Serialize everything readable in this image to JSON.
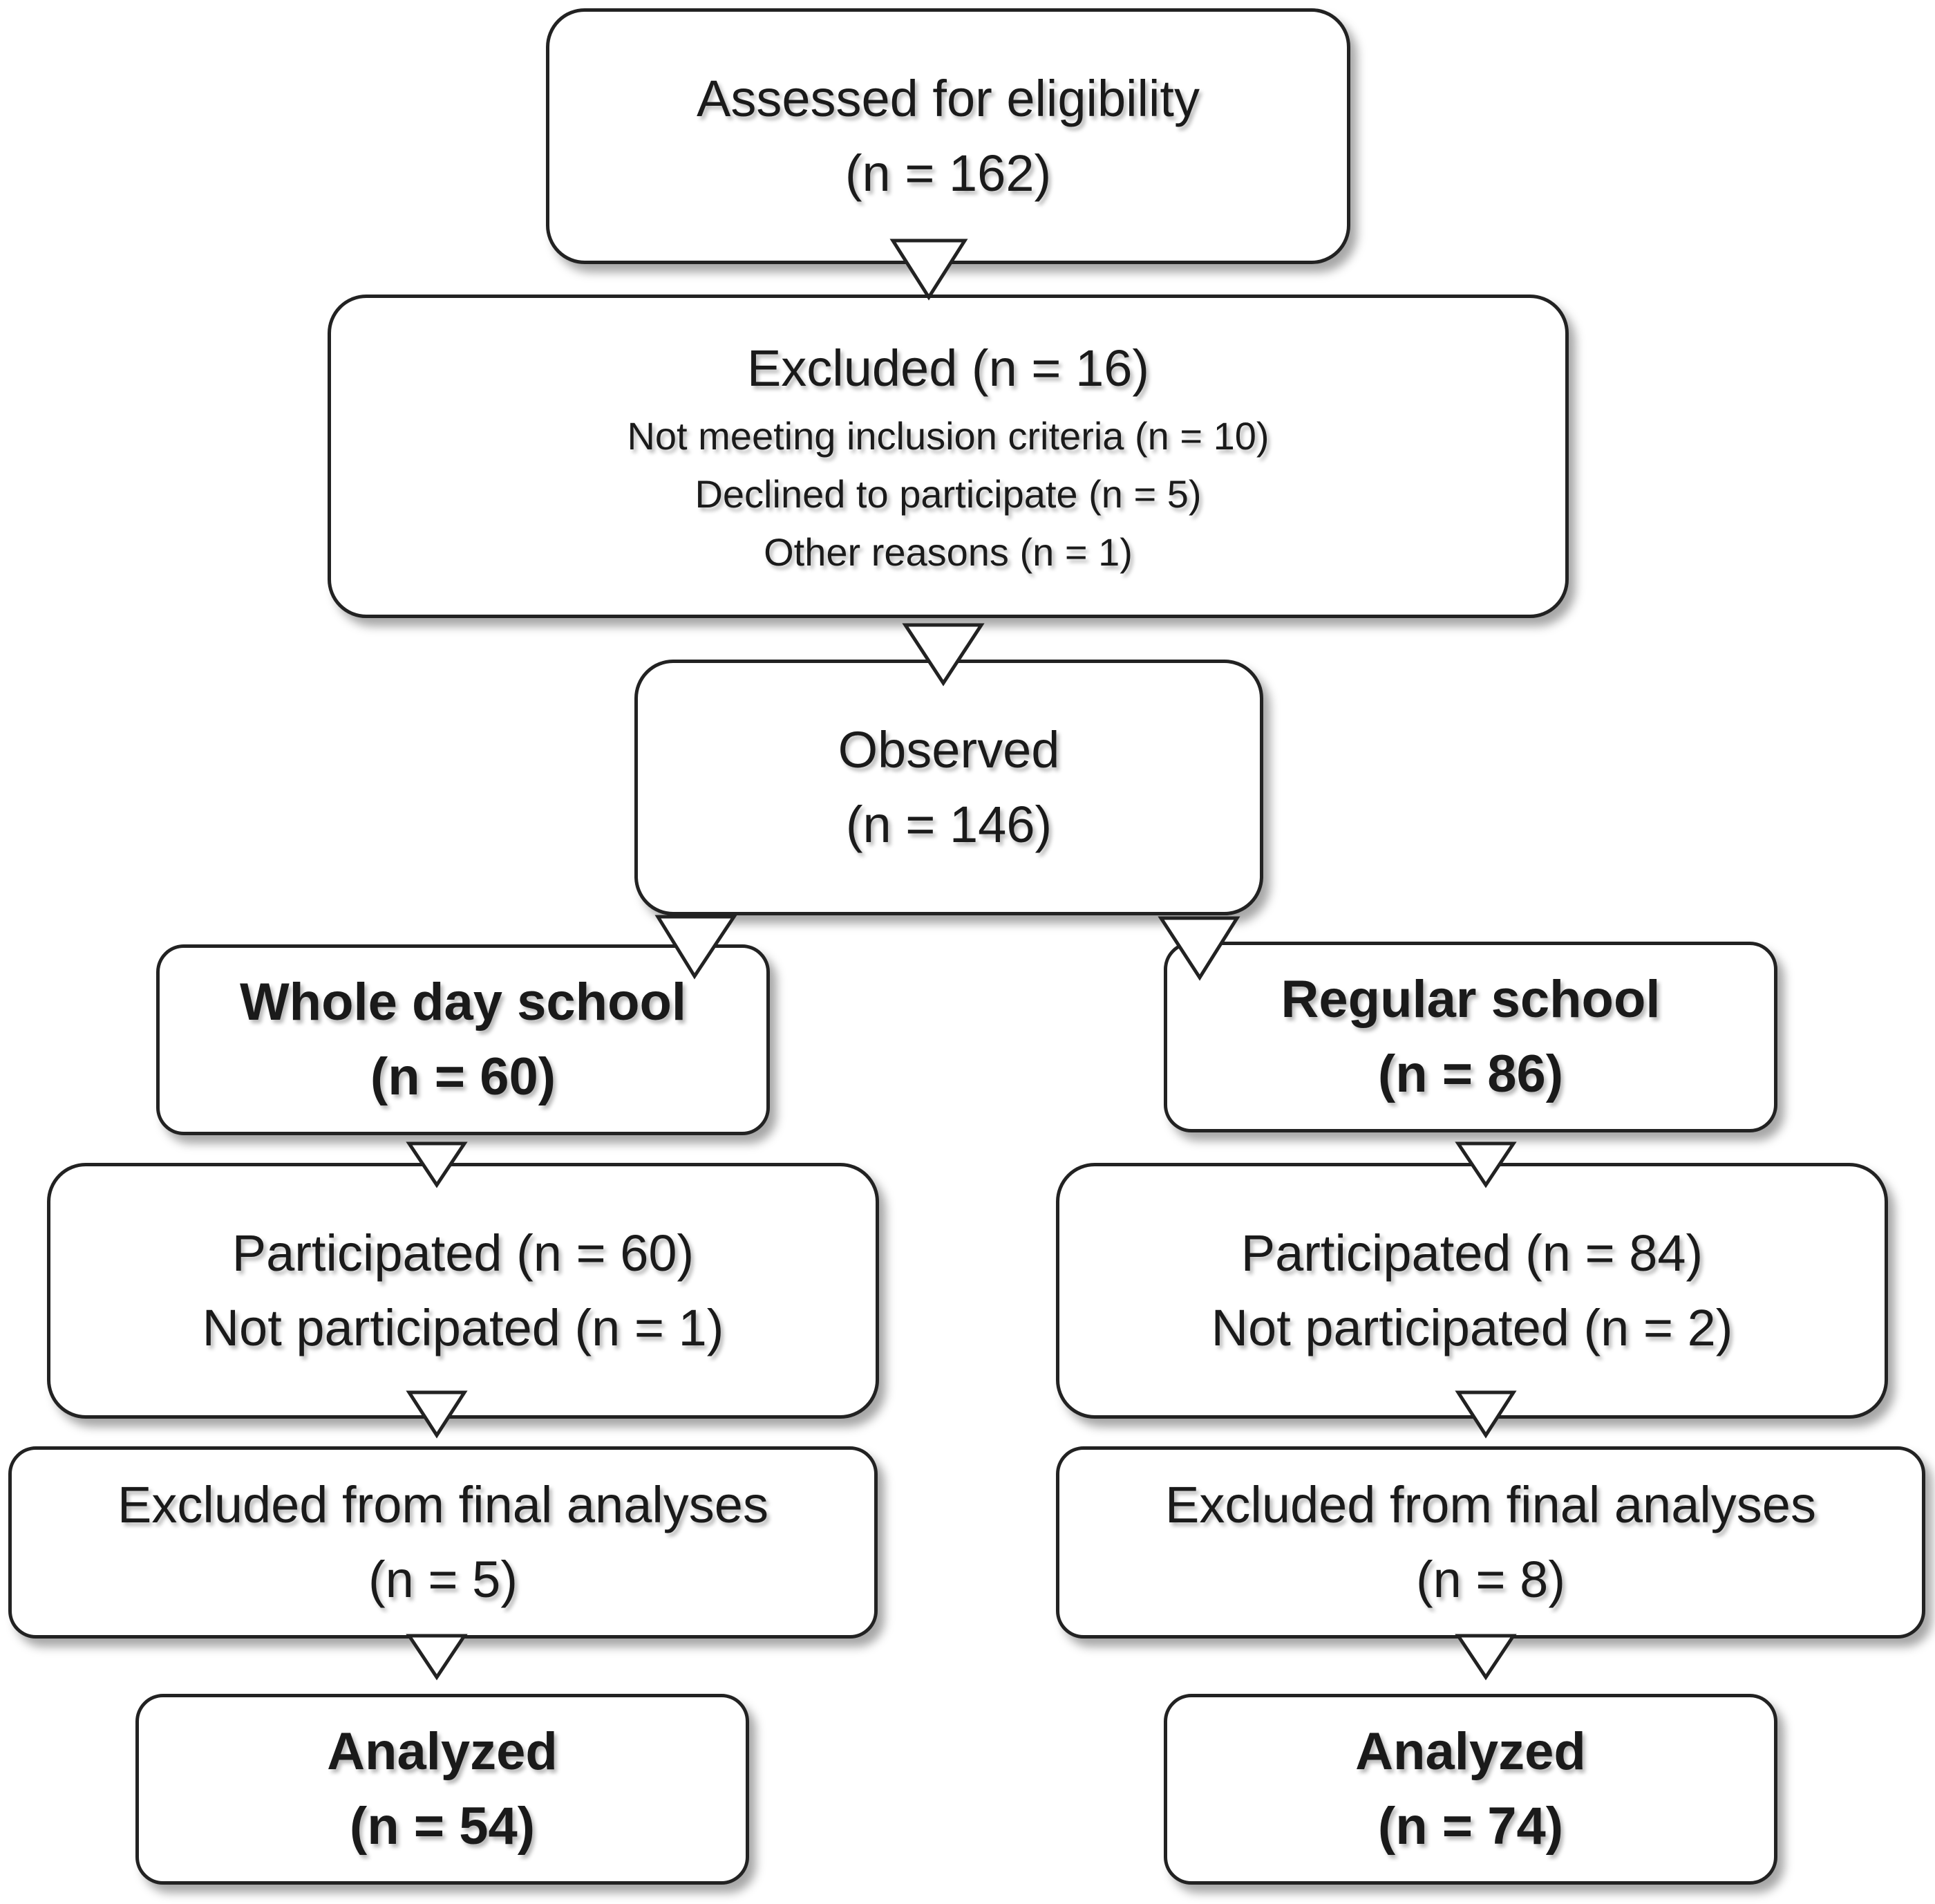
{
  "flowchart": {
    "assessed": {
      "title": "Assessed for eligibility",
      "count": "(n = 162)"
    },
    "excluded": {
      "title": "Excluded (n = 16)",
      "reasons": [
        "Not meeting inclusion criteria (n = 10)",
        "Declined to participate (n = 5)",
        "Other reasons (n = 1)"
      ]
    },
    "observed": {
      "title": "Observed",
      "count": "(n = 146)"
    },
    "whole_day": {
      "group": {
        "title": "Whole day school",
        "count": "(n = 60)"
      },
      "participation": {
        "participated": "Participated (n = 60)",
        "not_participated": "Not participated (n = 1)"
      },
      "excluded_final": {
        "title": "Excluded from final analyses",
        "count": "(n = 5)"
      },
      "analyzed": {
        "title": "Analyzed",
        "count": "(n = 54)"
      }
    },
    "regular": {
      "group": {
        "title": "Regular school",
        "count": "(n = 86)"
      },
      "participation": {
        "participated": "Participated (n = 84)",
        "not_participated": "Not participated (n = 2)"
      },
      "excluded_final": {
        "title": "Excluded from final analyses",
        "count": "(n = 8)"
      },
      "analyzed": {
        "title": "Analyzed",
        "count": "(n = 74)"
      }
    }
  }
}
